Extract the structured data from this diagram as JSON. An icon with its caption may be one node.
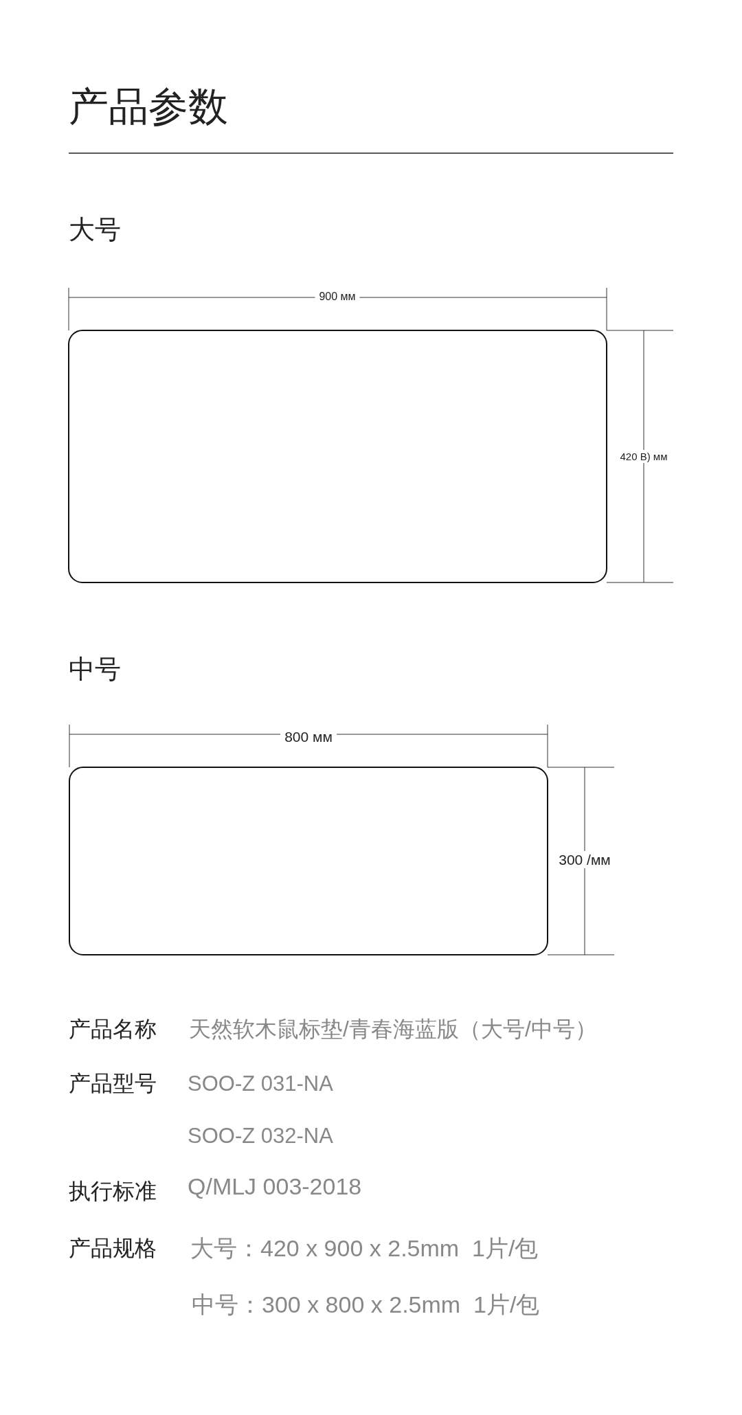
{
  "diagram": {
    "title": "产品参数",
    "nodes": [
      {
        "text": [],
        "shape": "box"
      },
      {
        "text": [],
        "shape": "box"
      }
    ],
    "labels": [
      "大号",
      "900 мм",
      "420 B) мм",
      "中号",
      "800 мм",
      "300 /мм",
      "产品名称",
      "天然软木鼠标垫/青春海蓝版（大号/中号）",
      "产品型号",
      "SOO-Z 031-NA",
      "SOO-Z 032-NA",
      "执行标准",
      "Q/MLJ 003-2018",
      "产品规格",
      "大号：420 x 900 x 2.5mm  1片/包",
      "中号：300 x 800 x 2.5mm  1片/包"
    ]
  }
}
